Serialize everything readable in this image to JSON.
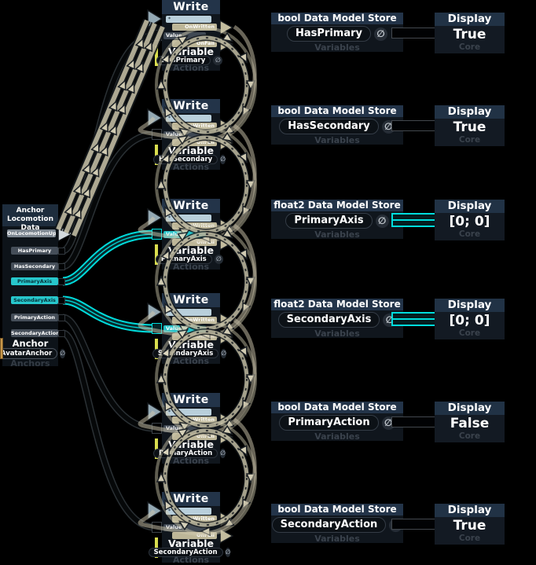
{
  "left_node": {
    "title": "Anchor Locomotion Data",
    "impulse_output": "OnLocomotionUpdate",
    "outputs": [
      {
        "label": "HasPrimary",
        "type": "bool"
      },
      {
        "label": "HasSecondary",
        "type": "bool"
      },
      {
        "label": "PrimaryAxis",
        "type": "float2"
      },
      {
        "label": "SecondaryAxis",
        "type": "float2"
      },
      {
        "label": "PrimaryAction",
        "type": "bool"
      },
      {
        "label": "SecondaryAction",
        "type": "bool"
      }
    ],
    "anchor_label": "Anchor",
    "anchor_value": "AvatarAnchor",
    "clear_label": "∅",
    "footer": "Anchors"
  },
  "write_nodes": [
    {
      "title": "Write",
      "impulse_label": "*",
      "on_written": "OnWritten",
      "value_label": "Value",
      "on_fail": "OnFail",
      "variable_label": "Variable",
      "variable_name": "HasPrimary",
      "clear_label": "∅",
      "footer": "Actions",
      "type": "bool"
    },
    {
      "title": "Write",
      "impulse_label": "*",
      "on_written": "OnWritten",
      "value_label": "Value",
      "on_fail": "OnFail",
      "variable_label": "Variable",
      "variable_name": "HasSecondary",
      "clear_label": "∅",
      "footer": "Actions",
      "type": "bool"
    },
    {
      "title": "Write",
      "impulse_label": "*",
      "on_written": "OnWritten",
      "value_label": "Value",
      "on_fail": "OnFail",
      "variable_label": "Variable",
      "variable_name": "PrimaryAxis",
      "clear_label": "∅",
      "footer": "Actions",
      "type": "float2"
    },
    {
      "title": "Write",
      "impulse_label": "*",
      "on_written": "OnWritten",
      "value_label": "Value",
      "on_fail": "OnFail",
      "variable_label": "Variable",
      "variable_name": "SecondaryAxis",
      "clear_label": "∅",
      "footer": "Actions",
      "type": "float2"
    },
    {
      "title": "Write",
      "impulse_label": "*",
      "on_written": "OnWritten",
      "value_label": "Value",
      "on_fail": "OnFail",
      "variable_label": "Variable",
      "variable_name": "PrimaryAction",
      "clear_label": "∅",
      "footer": "Actions",
      "type": "bool"
    },
    {
      "title": "Write",
      "impulse_label": "*",
      "on_written": "OnWritten",
      "value_label": "Value",
      "on_fail": "OnFail",
      "variable_label": "Variable",
      "variable_name": "SecondaryAction",
      "clear_label": "∅",
      "footer": "Actions",
      "type": "bool"
    }
  ],
  "store_rows": [
    {
      "store_title": "bool Data Model Store",
      "name": "HasPrimary",
      "clear_label": "∅",
      "store_footer": "Variables",
      "display_title": "Display",
      "display_value": "True",
      "display_footer": "Core",
      "type": "bool"
    },
    {
      "store_title": "bool Data Model Store",
      "name": "HasSecondary",
      "clear_label": "∅",
      "store_footer": "Variables",
      "display_title": "Display",
      "display_value": "True",
      "display_footer": "Core",
      "type": "bool"
    },
    {
      "store_title": "float2 Data Model Store",
      "name": "PrimaryAxis",
      "clear_label": "∅",
      "store_footer": "Variables",
      "display_title": "Display",
      "display_value": "[0; 0]",
      "display_footer": "Core",
      "type": "float2"
    },
    {
      "store_title": "float2 Data Model Store",
      "name": "SecondaryAxis",
      "clear_label": "∅",
      "store_footer": "Variables",
      "display_title": "Display",
      "display_value": "[0; 0]",
      "display_footer": "Core",
      "type": "float2"
    },
    {
      "store_title": "bool Data Model Store",
      "name": "PrimaryAction",
      "clear_label": "∅",
      "store_footer": "Variables",
      "display_title": "Display",
      "display_value": "False",
      "display_footer": "Core",
      "type": "bool"
    },
    {
      "store_title": "bool Data Model Store",
      "name": "SecondaryAction",
      "clear_label": "∅",
      "store_footer": "Variables",
      "display_title": "Display",
      "display_value": "True",
      "display_footer": "Core",
      "type": "bool"
    }
  ],
  "colors": {
    "impulse_wire": "#cfc9ae",
    "impulse_dark": "#14181c",
    "bool_wire": "#060809",
    "bool_edge": "#2a3034",
    "float2_wire": "#00dcdc",
    "float2_fill": "#07282b",
    "yellow_bar": "#d9dd4e",
    "gold_stub": "#c9984a",
    "header": "#233449",
    "body": "#10161d"
  }
}
